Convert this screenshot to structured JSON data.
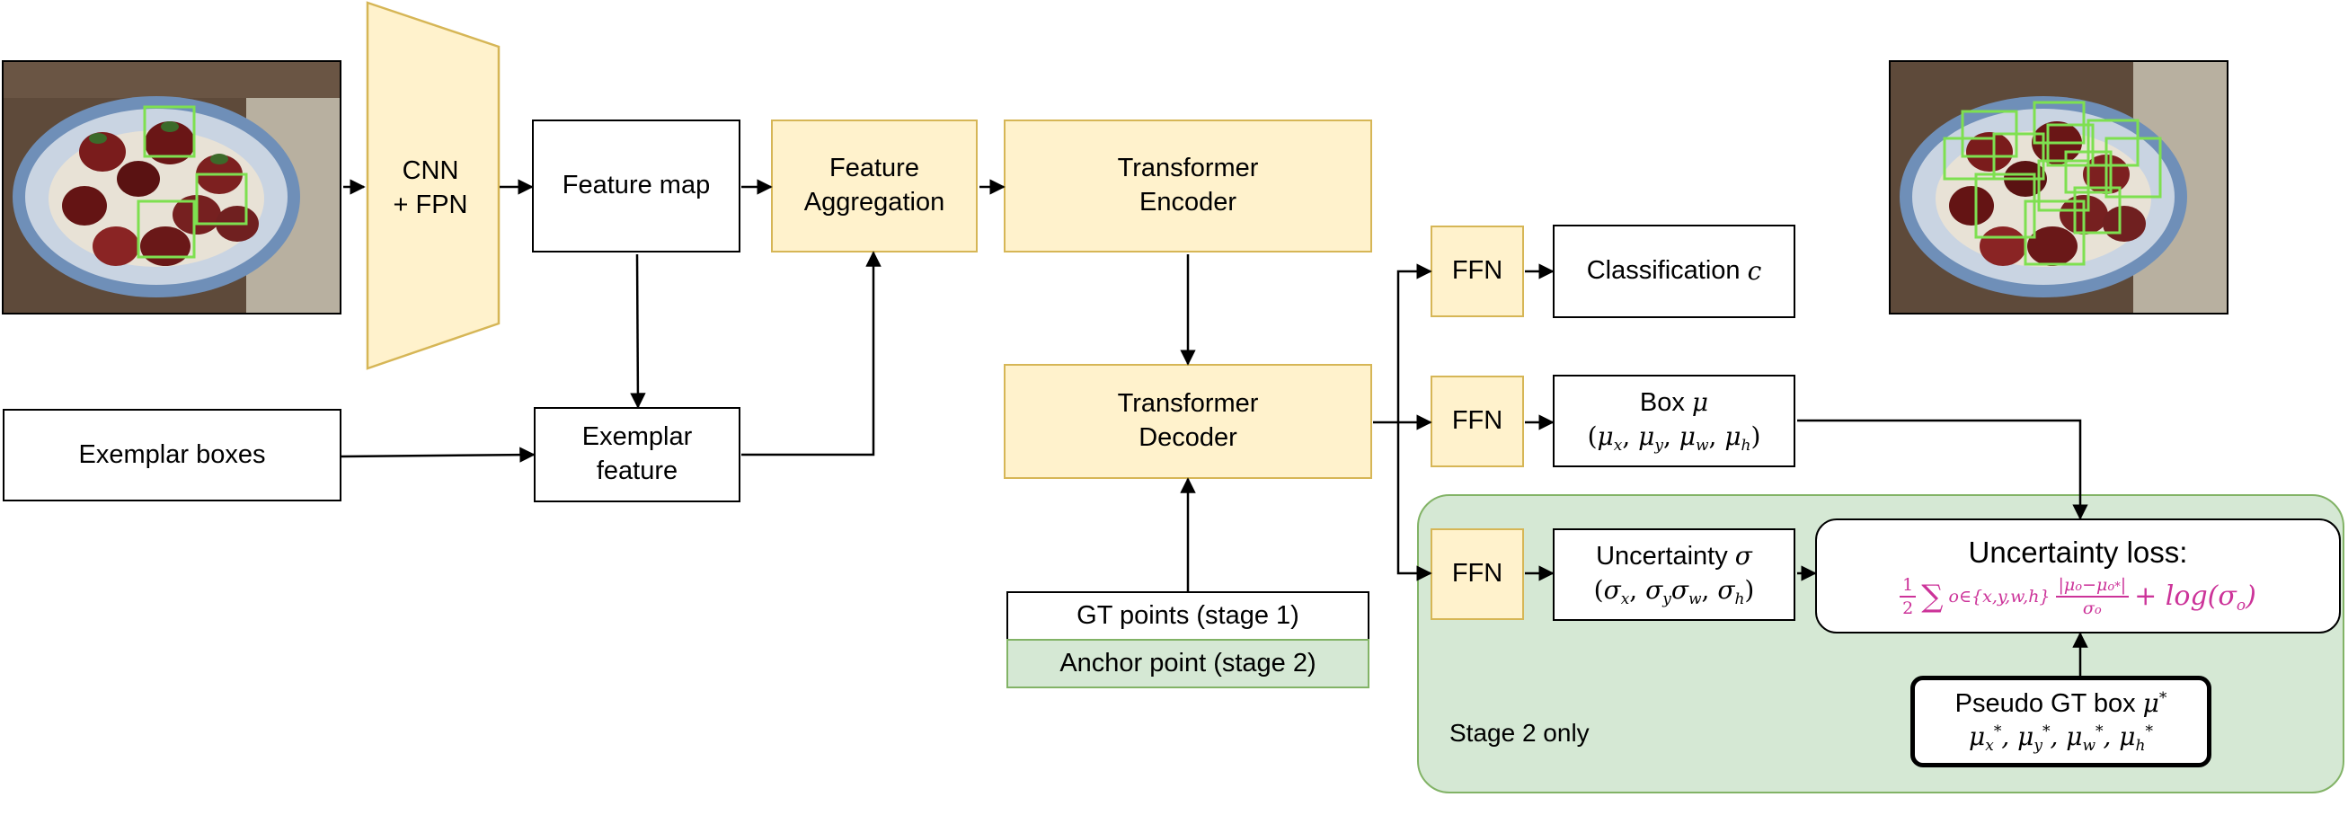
{
  "colors": {
    "module_fill": "#fff2cc",
    "module_border": "#d6b656",
    "stage2_fill": "#d5e8d4",
    "stage2_border": "#82b366",
    "formula": "#cc3399",
    "detection_box": "#7ee050"
  },
  "nodes": {
    "cnn_fpn": [
      "CNN",
      "+ FPN"
    ],
    "feature_map": "Feature map",
    "feature_aggregation": [
      "Feature",
      "Aggregation"
    ],
    "transformer_encoder": [
      "Transformer",
      "Encoder"
    ],
    "exemplar_boxes": "Exemplar boxes",
    "exemplar_feature": [
      "Exemplar",
      "feature"
    ],
    "transformer_decoder": [
      "Transformer",
      "Decoder"
    ],
    "gt_points": "GT points (stage 1)",
    "anchor_point": "Anchor point (stage 2)",
    "ffn": "FFN",
    "classification": {
      "text": "Classification",
      "symbol": "c"
    },
    "box": {
      "text": "Box",
      "symbol": "μ",
      "params": "(μx, μy, μw, μh)"
    },
    "uncertainty": {
      "text": "Uncertainty",
      "symbol": "σ",
      "params": "(σx, σyσw, σh)"
    },
    "uncertainty_loss": {
      "title": "Uncertainty loss:",
      "formula": "1/2 ∑o∈{x,y,w,h} |μo−μo*|/σo + log(σo)"
    },
    "pseudo_gt_box": {
      "text": "Pseudo GT box",
      "symbol": "μ*",
      "params": "μx*, μy*, μw*, μh*"
    },
    "stage2_label": "Stage 2 only"
  },
  "images": {
    "input": {
      "depicts": "strawberries on a plate",
      "exemplar_box_count": 3
    },
    "output": {
      "depicts": "strawberries on a plate",
      "detection_box_count": 12
    }
  }
}
